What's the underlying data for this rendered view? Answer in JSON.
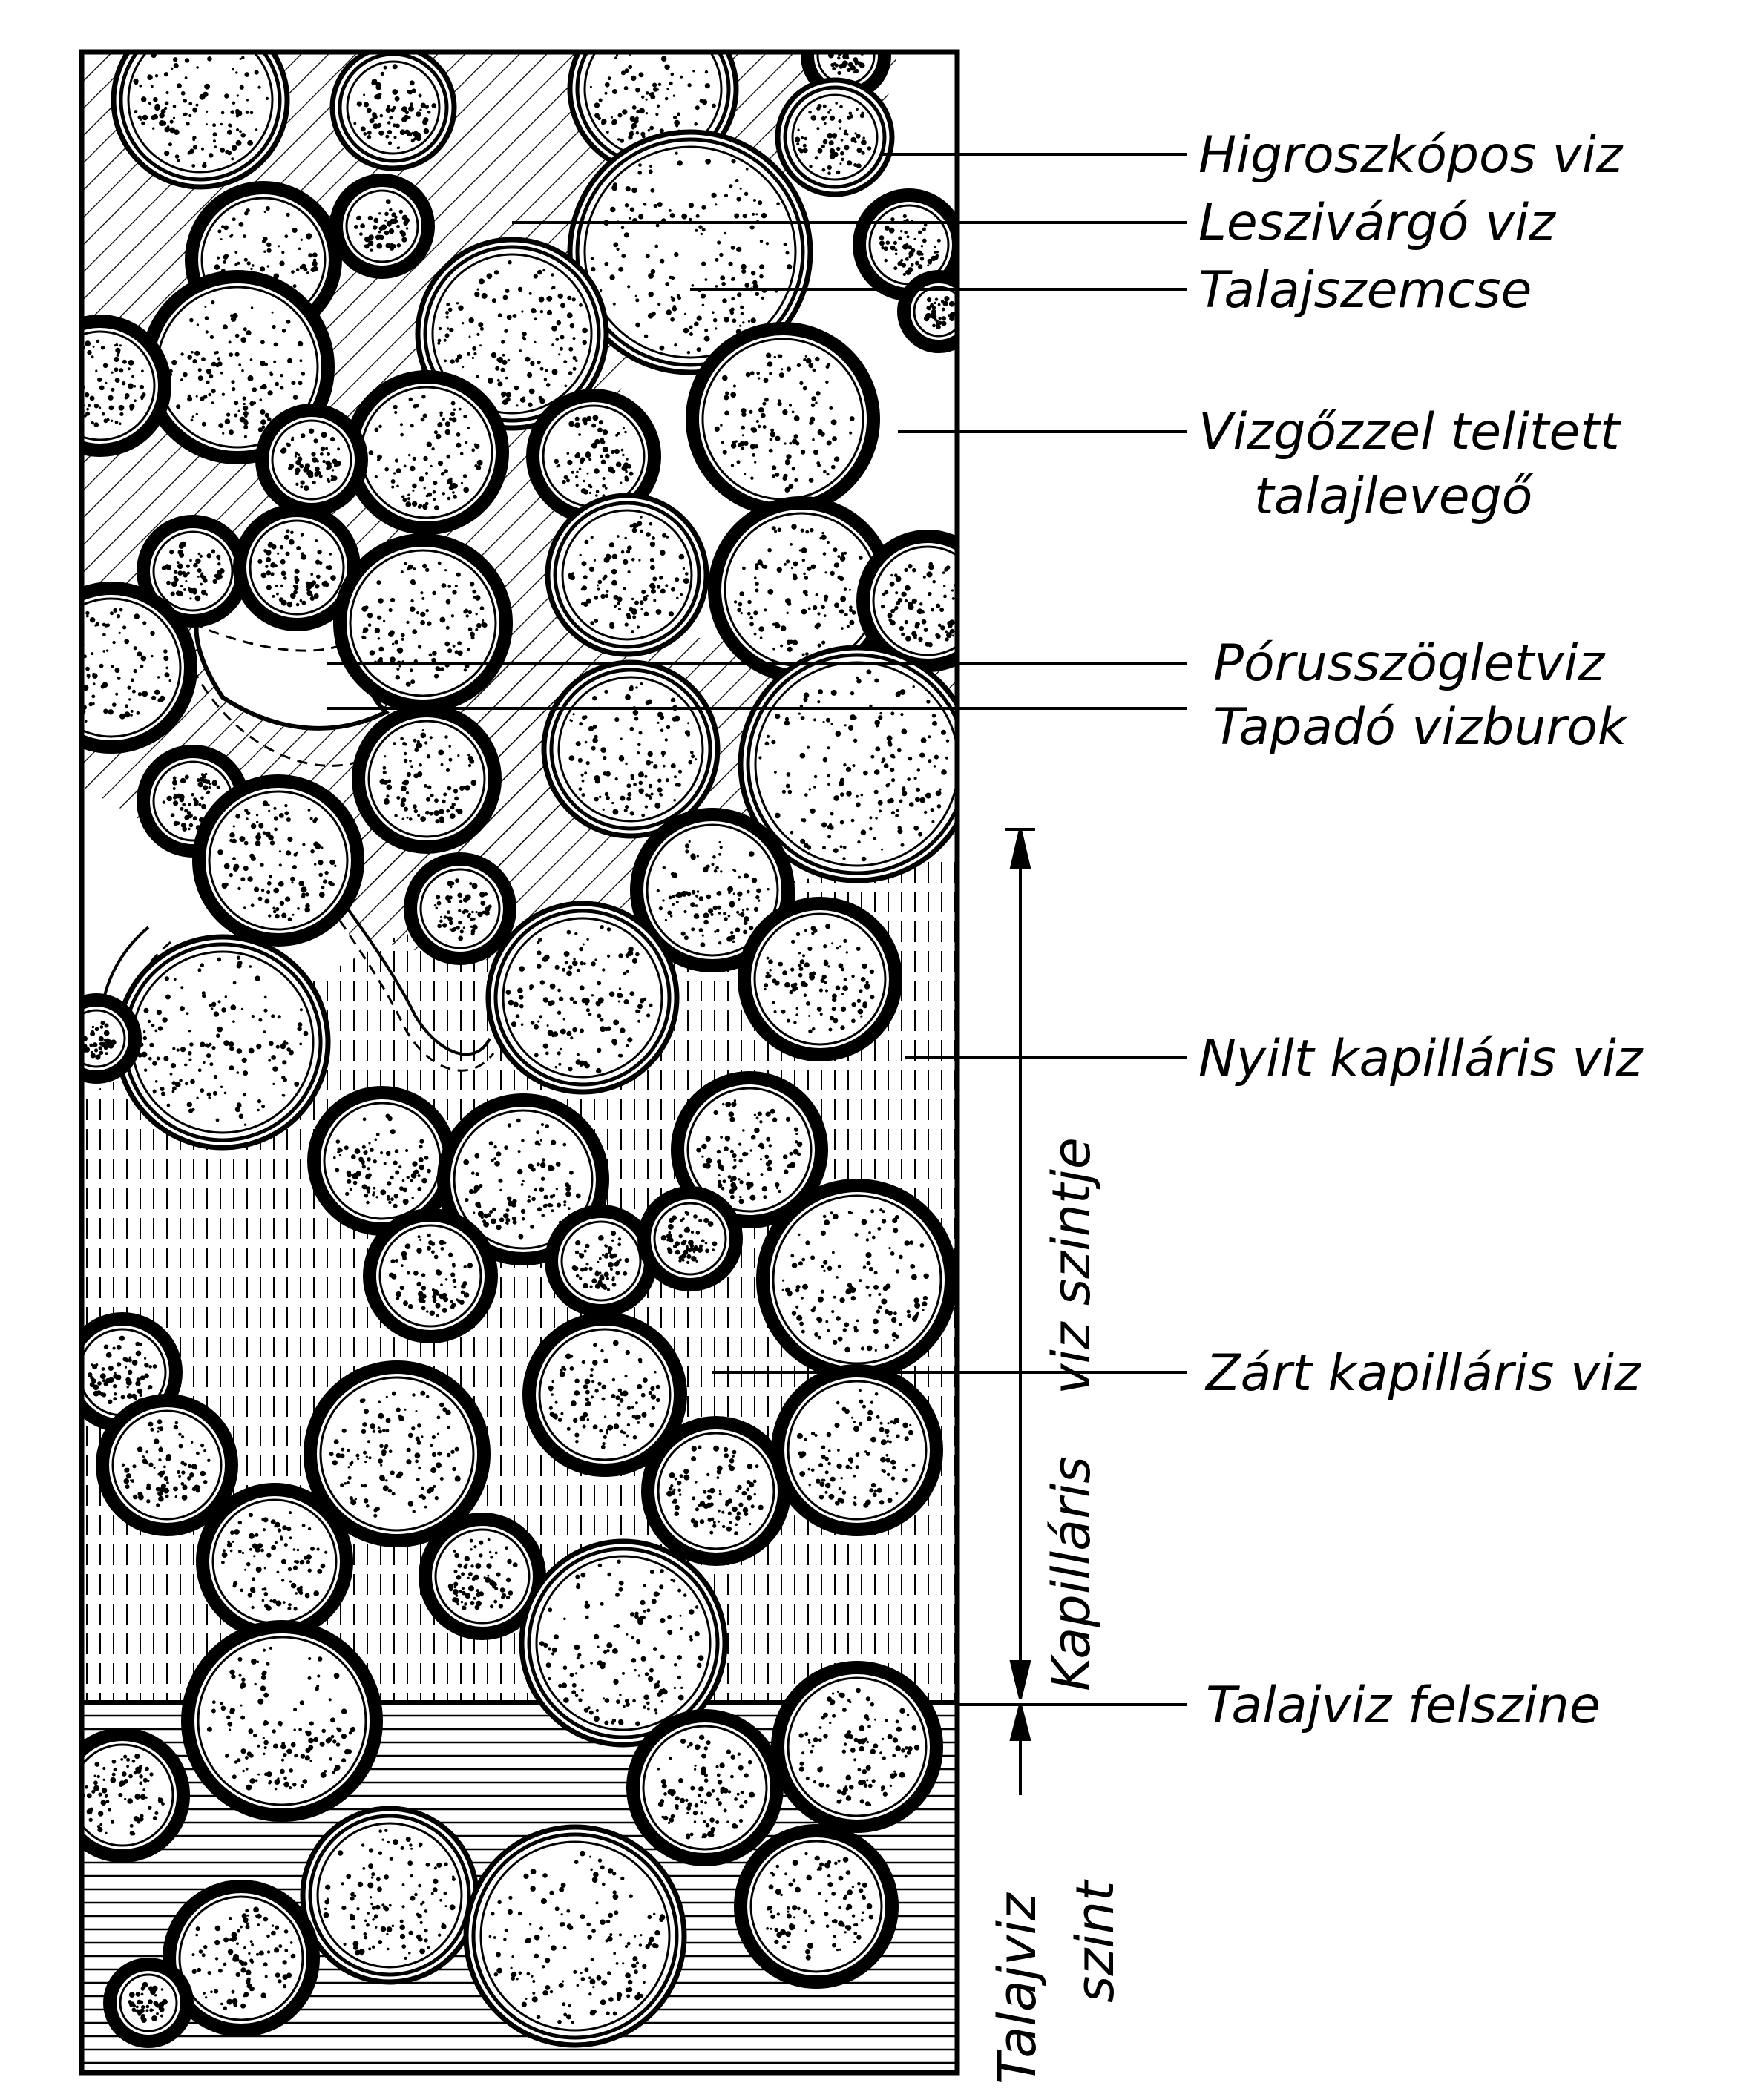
{
  "diagram": {
    "labels": [
      {
        "id": "higroszkopos",
        "text": "Higroszkópos   viz"
      },
      {
        "id": "leszivargo",
        "text": "Leszivárgó viz"
      },
      {
        "id": "talajszemcse",
        "text": "Talajszemcse"
      },
      {
        "id": "vizgozzel-1",
        "text": "Vizgőzzel telitett"
      },
      {
        "id": "vizgozzel-2",
        "text": "talajlevegő"
      },
      {
        "id": "porusszoglet",
        "text": "Pórusszögletviz"
      },
      {
        "id": "tapado",
        "text": "Tapadó vizburok"
      },
      {
        "id": "nyilt",
        "text": "Nyilt kapilláris viz"
      },
      {
        "id": "zart",
        "text": "Zárt kapilláris viz"
      },
      {
        "id": "talajviz-felszine",
        "text": "Talajviz felszine"
      }
    ],
    "vertical_labels": {
      "kapillaris": "Kapilláris",
      "viz_szintje": "viz szintje",
      "talajviz": "Talajviz",
      "szint": "szint"
    }
  }
}
